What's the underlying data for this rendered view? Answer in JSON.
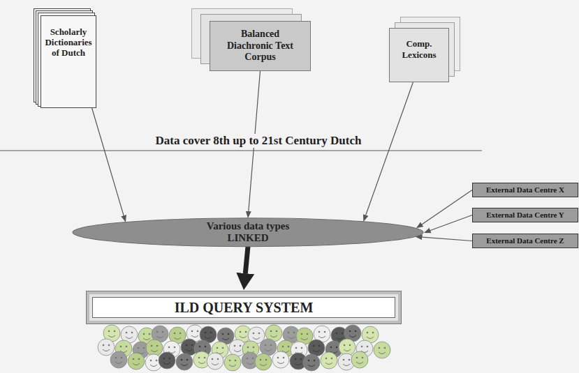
{
  "diagram": {
    "nodes": [
      {
        "text": [
          "Scholarly Dictionaries of Dutch"
        ]
      },
      {
        "text": [
          "Balanced Diachronic Text Corpus"
        ]
      },
      {
        "text": [
          "Comp. Lexicons"
        ]
      },
      {
        "text": [
          "Various data types LINKED"
        ]
      },
      {
        "text": [
          "External Data Centre X"
        ]
      },
      {
        "text": [
          "External Data Centre Y"
        ]
      },
      {
        "text": [
          "External Data Centre Z"
        ]
      },
      {
        "text": [
          "ILD QUERY SYSTEM"
        ]
      }
    ],
    "edges": [
      {
        "from": 0,
        "to": 3,
        "arrow": "to"
      },
      {
        "from": 1,
        "to": 3,
        "arrow": "to"
      },
      {
        "from": 2,
        "to": 3,
        "arrow": "to"
      },
      {
        "from": 4,
        "to": 3,
        "arrow": "to"
      },
      {
        "from": 5,
        "to": 3,
        "arrow": "to"
      },
      {
        "from": 6,
        "to": 3,
        "arrow": "to"
      },
      {
        "from": 3,
        "to": 7,
        "arrow": "to"
      }
    ],
    "labels": [
      "Data cover 8th up to 21st Century Dutch"
    ]
  }
}
